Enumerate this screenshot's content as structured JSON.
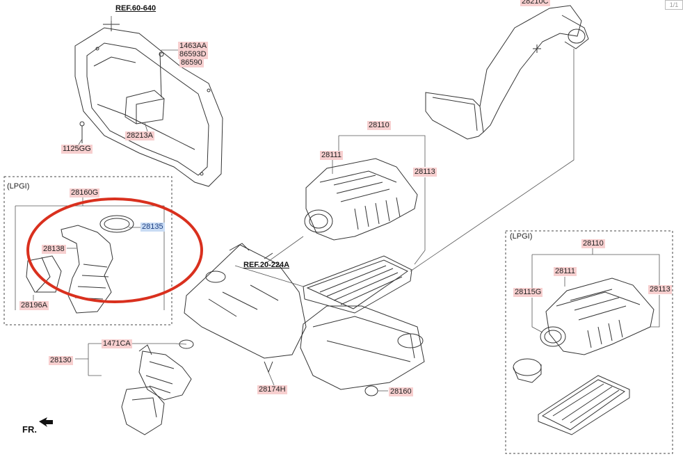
{
  "page_indicator": "1/1",
  "front_marker": "FR.",
  "references": {
    "ref_top": "REF.60-640",
    "ref_middle": "REF.20-224A"
  },
  "group_titles": {
    "lpgi_left": "(LPGI)",
    "lpgi_right": "(LPGI)"
  },
  "part_labels": {
    "p28210C": "28210C",
    "p1463AA": "1463AA",
    "p86593D": "86593D",
    "p86590": "86590",
    "p28213A": "28213A",
    "p1125GG": "1125GG",
    "p28110_main": "28110",
    "p28111_main": "28111",
    "p28113_main": "28113",
    "p28160G": "28160G",
    "p28135": "28135",
    "p28138": "28138",
    "p28196A": "28196A",
    "p1471CA": "1471CA",
    "p28130": "28130",
    "p28174H": "28174H",
    "p28160": "28160",
    "p28110_lpgi": "28110",
    "p28111_lpgi": "28111",
    "p28115G": "28115G",
    "p28113_lpgi": "28113"
  },
  "colors": {
    "label_bg": "#f7cfcf",
    "highlight_label_bg": "#c9dcf4",
    "callout_ring": "#d9301e",
    "line_art": "#333333"
  }
}
